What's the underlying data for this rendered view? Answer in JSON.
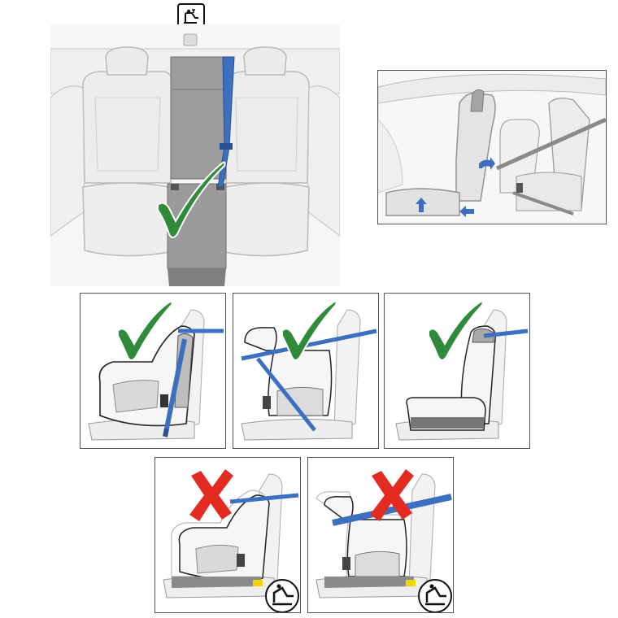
{
  "figure": {
    "top_icon": "child-seat-tether-anchor-icon",
    "colors": {
      "belt": "#3d6fc0",
      "belt_dark": "#284f93",
      "ok": "#2f8a3a",
      "no": "#e32b22",
      "seat_light": "#ececec",
      "seat_line": "#b9b9b9",
      "center": "#8a8a8a",
      "yellow": "#f2d400"
    },
    "panels": [
      {
        "id": "rear-seat-overview",
        "verdict": "correct"
      },
      {
        "id": "seat-adjust-side-view"
      },
      {
        "id": "belted-forward-seat",
        "verdict": "correct"
      },
      {
        "id": "high-back-booster-belt",
        "verdict": "correct"
      },
      {
        "id": "booster-seat",
        "verdict": "correct"
      },
      {
        "id": "isofix-seat-wrong-1",
        "verdict": "incorrect",
        "badge_icon": "isofix-child-seat-icon"
      },
      {
        "id": "isofix-seat-wrong-2",
        "verdict": "incorrect",
        "badge_icon": "isofix-child-seat-icon"
      }
    ]
  }
}
